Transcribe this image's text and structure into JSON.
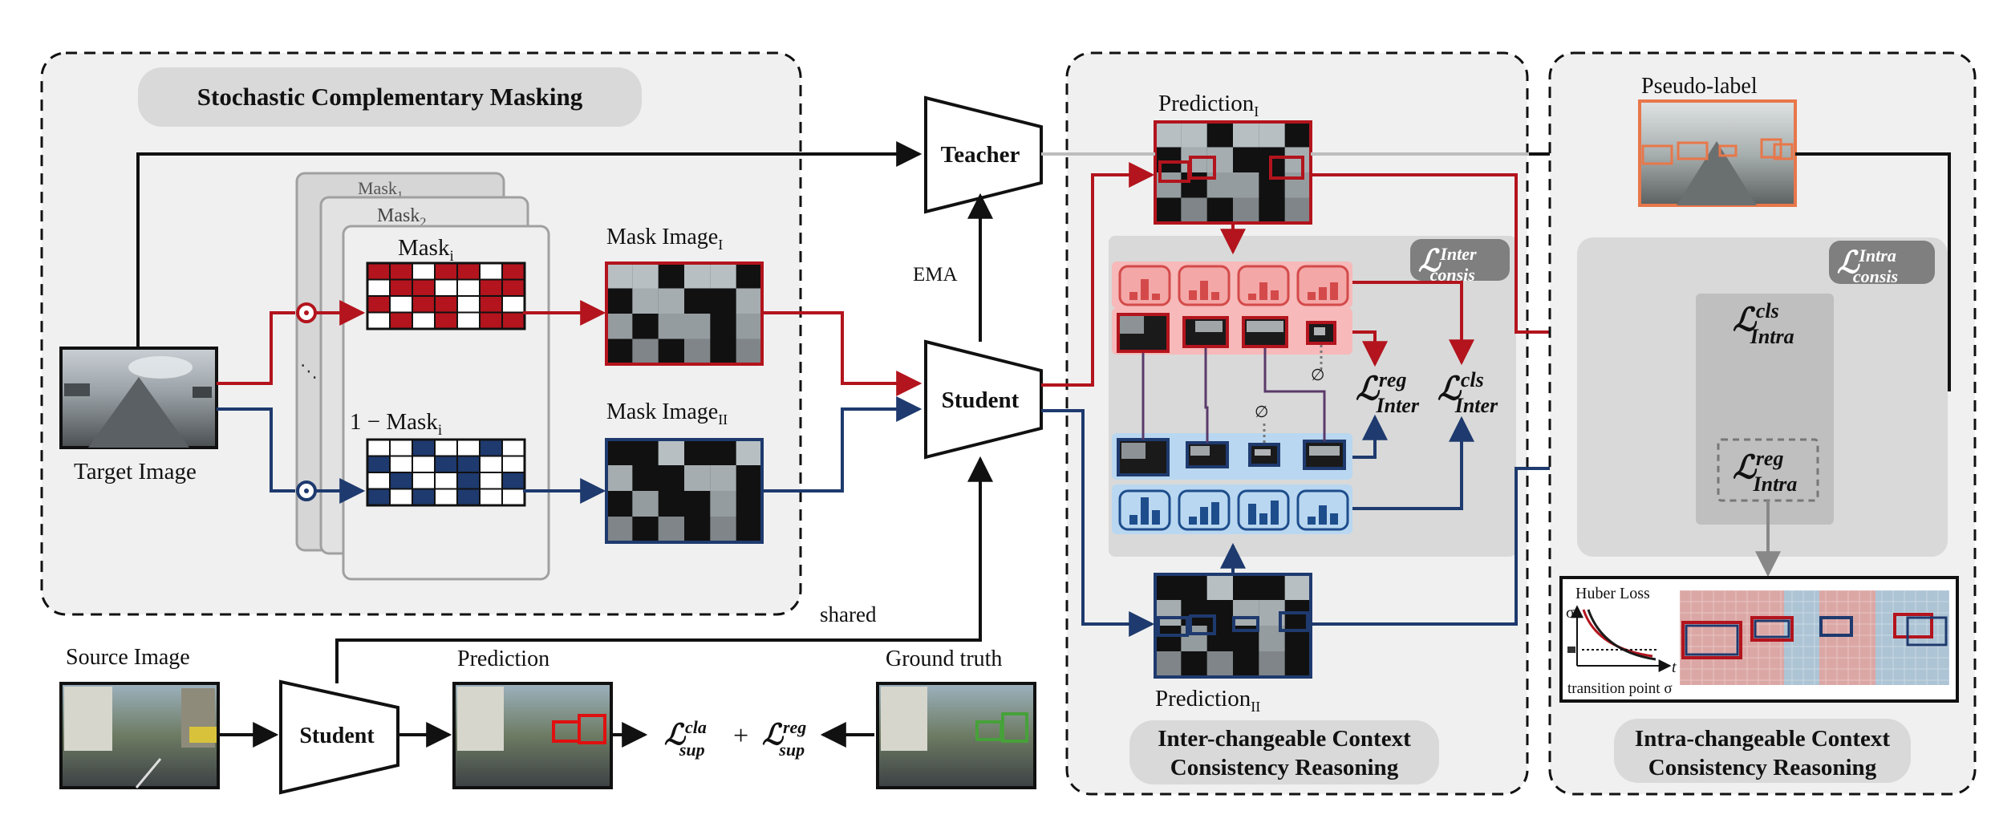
{
  "panels": {
    "masking": {
      "title": "Stochastic Complementary Masking"
    },
    "inter": {
      "title_line1": "Inter-changeable Context",
      "title_line2": "Consistency Reasoning"
    },
    "intra": {
      "title_line1": "Intra-changeable Context",
      "title_line2": "Consistency Reasoning"
    }
  },
  "masks": {
    "mask1": "Mask",
    "mask1_sub": "1",
    "mask2": "Mask",
    "mask2_sub": "2",
    "maski": "Mask",
    "maski_sub": "i",
    "ellipsis": "⋱",
    "inv_mask": "1 − Mask",
    "inv_mask_sub": "i"
  },
  "labels": {
    "target_image": "Target Image",
    "mask_image_1": "Mask Image",
    "mask_image_1_sub": "I",
    "mask_image_2": "Mask Image",
    "mask_image_2_sub": "II",
    "teacher": "Teacher",
    "student": "Student",
    "student_bottom": "Student",
    "ema": "EMA",
    "shared": "shared",
    "source_image": "Source Image",
    "prediction": "Prediction",
    "ground_truth": "Ground truth",
    "prediction_1": "Prediction",
    "prediction_1_sub": "I",
    "prediction_2": "Prediction",
    "prediction_2_sub": "II",
    "pseudo_label": "Pseudo-label",
    "empty_set": "∅",
    "plus": "+"
  },
  "losses": {
    "calligraphic_L": "ℒ",
    "inter_consis_sup": "Inter",
    "inter_consis_sub": "consis",
    "intra_consis_sup": "Intra",
    "intra_consis_sub": "consis",
    "inter_reg_sup": "reg",
    "inter_reg_sub": "Inter",
    "inter_cls_sup": "cls",
    "inter_cls_sub": "Inter",
    "intra_cls_sup": "cls",
    "intra_cls_sub": "Intra",
    "intra_reg_sup": "reg",
    "intra_reg_sub": "Intra",
    "sup_cla_sup": "cla",
    "sup_cla_sub": "sup",
    "sup_reg_sup": "reg",
    "sup_reg_sub": "sup"
  },
  "huber": {
    "title": "Huber Loss",
    "sigma": "σ",
    "t": "t",
    "transition": "transition point σ",
    "lock": "🔒"
  },
  "colors": {
    "red": "#b3141d",
    "blue": "#1e3a6e",
    "orange": "#e8774a",
    "panel": "#f0f0f0",
    "gray_box": "#d9d9d9",
    "red_tint": "#f7b9b9",
    "blue_tint": "#b9d7f0"
  },
  "mask_patterns": {
    "red_grid": [
      [
        1,
        1,
        0,
        1,
        1,
        0,
        1
      ],
      [
        0,
        1,
        1,
        0,
        0,
        1,
        1
      ],
      [
        1,
        0,
        1,
        1,
        0,
        1,
        0
      ],
      [
        0,
        1,
        0,
        1,
        0,
        1,
        1
      ]
    ]
  }
}
